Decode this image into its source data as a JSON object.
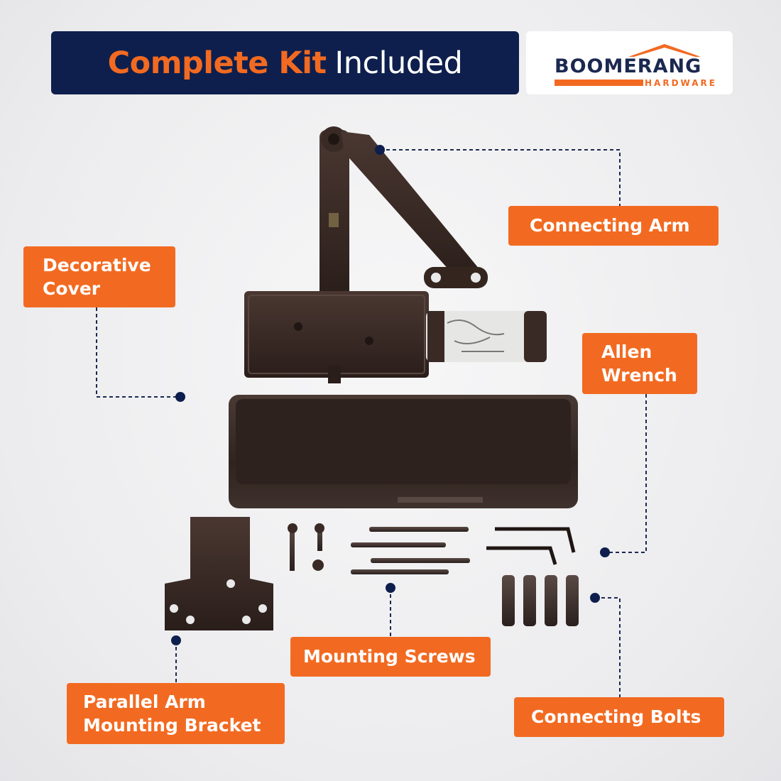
{
  "header": {
    "title_highlight": "Complete Kit",
    "title_rest": "Included"
  },
  "logo": {
    "name": "BOOMERANG",
    "subtitle": "HARDWARE"
  },
  "callouts": {
    "connecting_arm": "Connecting Arm",
    "decorative_cover_line1": "Decorative",
    "decorative_cover_line2": "Cover",
    "allen_wrench_line1": "Allen",
    "allen_wrench_line2": "Wrench",
    "mounting_screws": "Mounting Screws",
    "parallel_arm_line1": "Parallel Arm",
    "parallel_arm_line2": "Mounting Bracket",
    "connecting_bolts": "Connecting Bolts"
  },
  "colors": {
    "accent": "#f26a21",
    "navy": "#0e1f4d",
    "product": "#3a2a25"
  }
}
